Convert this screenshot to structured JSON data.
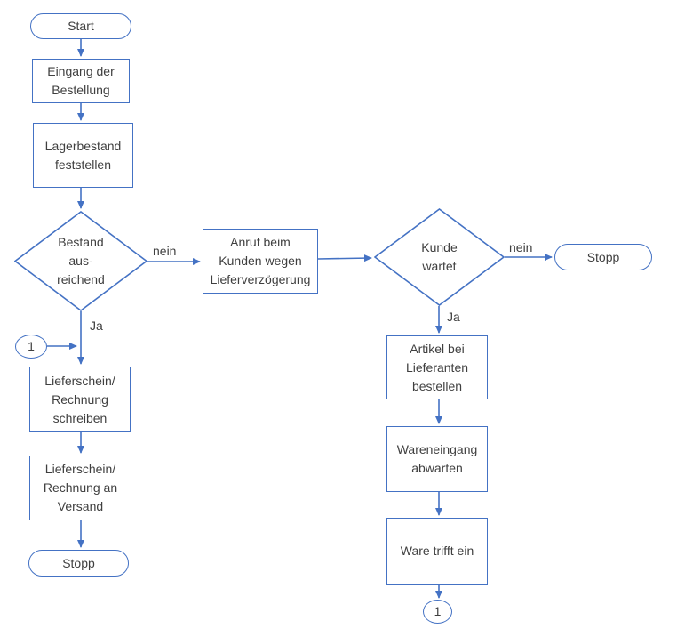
{
  "diagram": {
    "title": "Order processing flowchart (German)",
    "colors": {
      "shape_stroke": "#4472c4",
      "connector_stroke": "#4472c4",
      "text": "#3f3f3f",
      "background": "#ffffff"
    },
    "nodes": {
      "start": {
        "type": "terminator",
        "label": "Start"
      },
      "order_received": {
        "type": "process",
        "label": "Eingang der\nBestellung"
      },
      "check_stock": {
        "type": "process",
        "label": "Lagerbestand\nfeststellen"
      },
      "stock_sufficient": {
        "type": "decision",
        "label": "Bestand\naus-\nreichend"
      },
      "call_customer": {
        "type": "process",
        "label": "Anruf beim\nKunden wegen\nLieferverzögerung"
      },
      "customer_waits": {
        "type": "decision",
        "label": "Kunde\nwartet"
      },
      "stop_right": {
        "type": "terminator",
        "label": "Stopp"
      },
      "order_from_supplier": {
        "type": "process",
        "label": "Artikel bei\nLieferanten\nbestellen"
      },
      "await_goods": {
        "type": "process",
        "label": "Wareneingang\nabwarten"
      },
      "goods_arrive": {
        "type": "process",
        "label": "Ware trifft ein"
      },
      "offpage_ref_bottom": {
        "type": "connector-circle",
        "label": "1"
      },
      "offpage_ref_left": {
        "type": "connector-circle",
        "label": "1"
      },
      "write_invoice": {
        "type": "process",
        "label": "Lieferschein/\nRechnung\nschreiben"
      },
      "invoice_to_shipping": {
        "type": "process",
        "label": "Lieferschein/\nRechnung an\nVersand"
      },
      "stop_left": {
        "type": "terminator",
        "label": "Stopp"
      }
    },
    "edge_labels": {
      "stock_no": "nein",
      "stock_yes": "Ja",
      "wait_no": "nein",
      "wait_yes": "Ja"
    }
  }
}
